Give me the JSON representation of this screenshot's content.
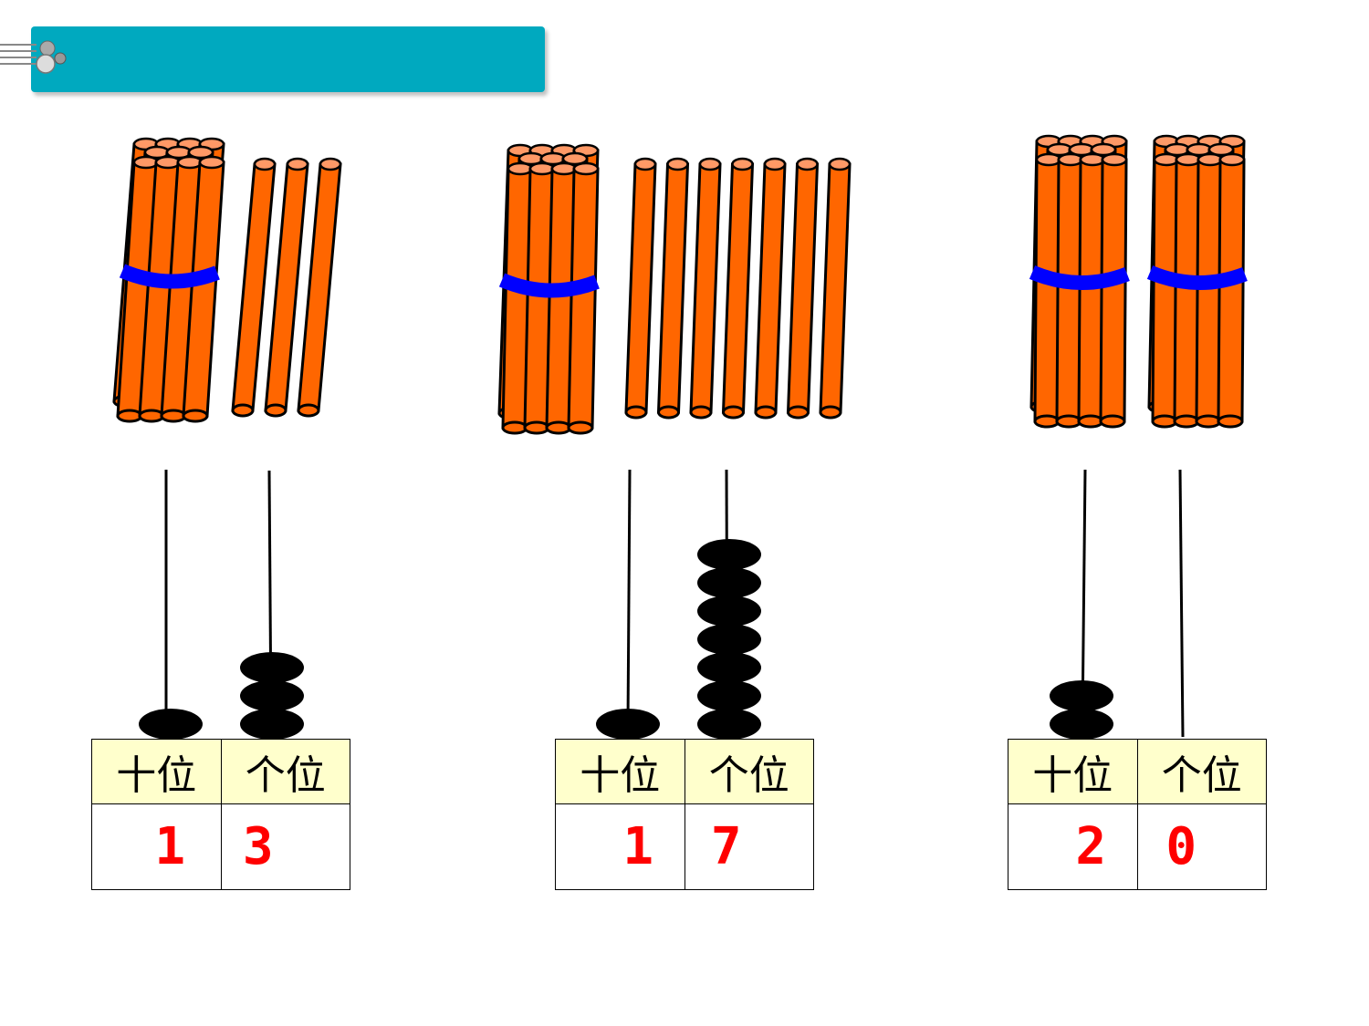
{
  "colors": {
    "header": "#00a9bf",
    "stick_fill": "#ff6600",
    "stick_top": "#ff9966",
    "band": "#0000ff",
    "bead": "#000000",
    "digit": "#ff0000",
    "table_head": "#ffffcc"
  },
  "groups": [
    {
      "bundles": 1,
      "singles": 3,
      "tens_beads": 1,
      "ones_beads": 3,
      "table": {
        "tens_label": "十位",
        "ones_label": "个位",
        "tens_value": "1",
        "ones_value": "3"
      }
    },
    {
      "bundles": 1,
      "singles": 7,
      "tens_beads": 1,
      "ones_beads": 7,
      "table": {
        "tens_label": "十位",
        "ones_label": "个位",
        "tens_value": "1",
        "ones_value": "7"
      }
    },
    {
      "bundles": 2,
      "singles": 0,
      "tens_beads": 2,
      "ones_beads": 0,
      "table": {
        "tens_label": "十位",
        "ones_label": "个位",
        "tens_value": "2",
        "ones_value": "0"
      }
    }
  ]
}
